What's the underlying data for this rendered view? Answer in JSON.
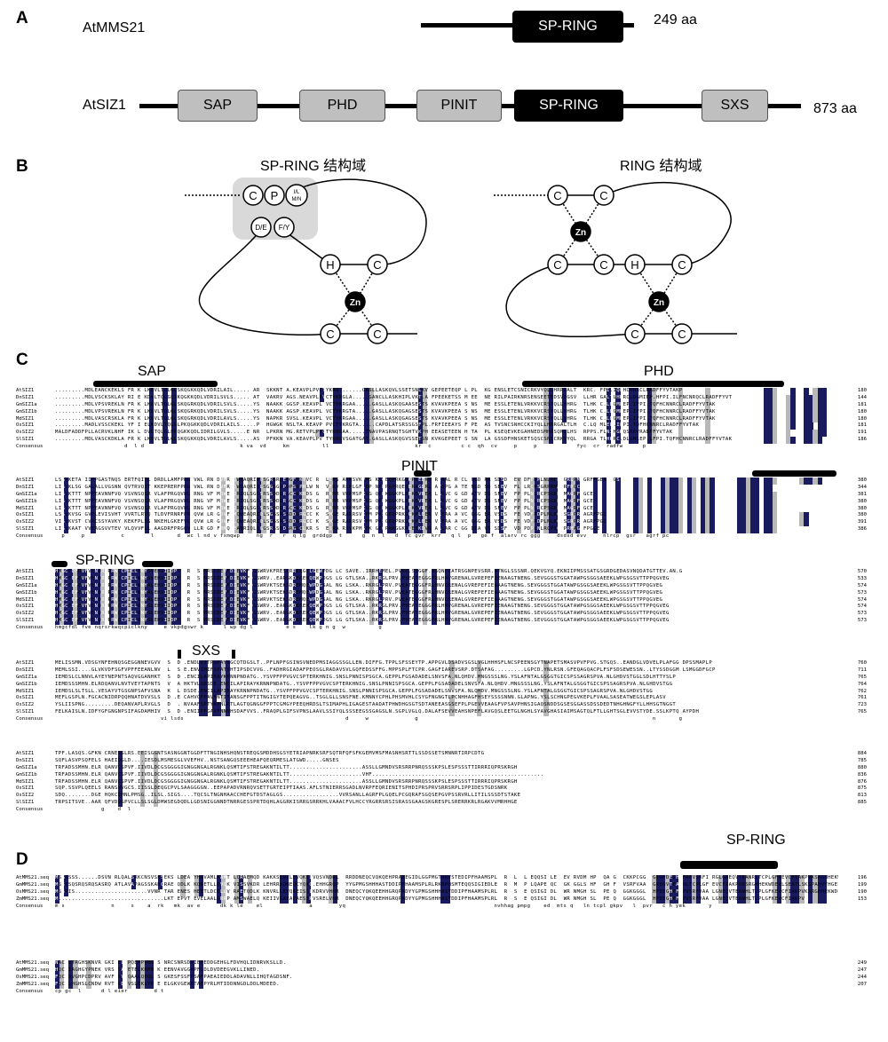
{
  "panelA": {
    "letter": "A",
    "mms21": {
      "name": "AtMMS21",
      "length": "249 aa",
      "domains": [
        "SP-RING"
      ]
    },
    "siz1": {
      "name": "AtSIZ1",
      "length": "873 aa",
      "domains": [
        "SAP",
        "PHD",
        "PINIT",
        "SP-RING",
        "SXS"
      ]
    }
  },
  "panelB": {
    "letter": "B",
    "left_title": "SP-RING 结构域",
    "right_title": "RING 结构域",
    "left_nodes": [
      "C",
      "P",
      "I/L M/N",
      "D/E",
      "F/Y",
      "H",
      "C",
      "Zn",
      "C",
      "C"
    ],
    "right_nodes": [
      "C",
      "C",
      "Zn",
      "C",
      "C",
      "H",
      "C",
      "Zn",
      "C",
      "C"
    ]
  },
  "panelC": {
    "letter": "C",
    "labels": [
      "SAP",
      "PHD",
      "PINIT",
      "SP-RING",
      "SXS"
    ],
    "names": [
      "AtSIZ1",
      "DnSIZ1",
      "GmSIZ1a",
      "GmSIZ1b",
      "MdSIZ1",
      "OsSIZ1",
      "OsSIZ2",
      "SlSIZ1",
      "Consensus"
    ],
    "blocks": [
      {
        "seqs": [
          ".........MDLEANCKEKLSYFRIKELKDVLTQLGLSKQGKKQDLVDRILAIL.....AARLLSKKNTVA.KEAVPLPVCTYKRQ.......GASLLASKQVLSSETSNLKVKGEPEETEQPFLKPLAKKGSENSLETCSNICRKVYQLLHRRGALTLHKRC.NFPI.IQFHCNNRCLRADFFYVTAKP",
          ".........MDLVSCKSKLAYFRIKELKDVLTQLGLSKQGKKQDLVDRILSVLS.....VATPGVAKRVTAGS.NEAVPLPVCTYKRGLA.....GANCLLASKHIPLVKT.ANFPEEKETSSLMGEEKKNERRILPAIRKNRSENSEETEDSVDGSVYQLLHRRGALTLHKRCLDGMIEP.HFPI.ILFNCNRQCLRADFFYVT",
          ".........MDLVPSVREKLNYFRIKELKDVLTQLGLSKQGRKQDLVDRILSVLS.....YSVINAAKKAGGSP.KEAVPLPVCTYKRGAA.....GASLLASKQGAASESTSVKVAVKPEEAKSPNSCNMEKESSLETENLVRKKVCRSYQLLHHRGALTLHKRC.LEGMLEP.IFPI.TQFHCNNRCLRADFFYVTAK",
          ".........MDLVPSVREKLNYFRIKELKDVLTQLGLSKQGRKQDLVDRILSVLS.....YSVMNAAKKAAGSP.KEAVPLPVCTYKRGTA.....GASLLASKQGAGSESTSVKVAVKPEEAKSPNSCNMEKESSLETENLVRKKVCRSYQLLHHRGALTLHKRC.LEGMLEP.IFPI.TQFHCNNRCLRADFFYVTAK",
          ".........MDLVASCRSKLAYFRIKELKDVLTQLGLSKQGRKQDLVDRILAVLS.....YSVINAPKRASVSL.KEAVPLPVCTYKRGAA.....GASLLASKQGAGSESTSVKVAVKPEEAKSPNSCNMEKESSLETENLVRKKVCRSYQLLHHRGALTLHKRC.LEGMLEP.IFPI.TQFHCNNRCLRADFFYVTAK",
          ".........MADLVSSCKEKLAYFRIKELKDVLTQLGLPKQGKKQDLVDRILAILS.....PQHHGWGKKNSLTA.KEAVPLPVCTYKRGTA.....CAPDLATSRSSGSFPL.FRFIEEAYSSFSPEAPASSTVSNCSNHCCKIYQLLHRRGALTLHKRC.LQGMLEP.IFPI.TQFHCNNRCLRADFFYVTAK",
          "MALDFADDFPLLACRVKLNHFRIKELKDVLTQLGLPKQGKKQDLIDRILGVLS.....EGNRTGLPKRNLMG.RETVPLPVCTYKRGAA.....TNAVPASRNQTSGHTVKPHKEEASETEENSHPTASMPLPKSEQEVKEGAHNEDSMHRSQNLLHSRLRPPS.FLNIHGKQSRRVRADFFYVTAK",
          ".........MDLVASCKDKLAYFRIKELKDVLTQLGLSKQGKKQDLVDRILAVLS.....ASGLPFKKNSVA.KEAVPLPVCTYKRGVSGATGAT.GASLLASKQGVSSETSNLKVKGEPEETESPSNNPLAKGSSDFHNSKETSQSCSNICRKVYQLLHRRGALTLHKRC.DLGMLEP.LFPI.TQFHCNNRCLRADFFYVTAK",
          "                     d  l d                             k va  vd     km          ll                          kr  c         c c  qh  cv     p     p            fyc  cr  radfw      p"
        ],
        "nums": [
          "180",
          "144",
          "181",
          "180",
          "180",
          "181",
          "191",
          "186",
          ""
        ]
      },
      {
        "seqs": [
          "LSGVKETATIIFPGASTNQSVERTFQITLADRDLLAMFPRGQVWLLRNGDVFRMQWEAQRIAQSGRSRGEDGFGKYVCIRDGLEKSRAKRSVKPMSPKSGEQPRKGGKPLEEKDVREAALARVCLGGGDDRADSDSDSFEVVDFPDPLNLRCPSGRLRMAGRFPGEAIGGS",
          "LIGVKLSGCGALALLVGSNNFQVTRVQITSKKEPRERFPRGQVWLLRNGDVFRLQWEAQRIQLSGGSGVPDPSVPHLWRNERVFRVKRLPLGFLDPLNPRPGPRQEQERAGDRLAAVEPGGAATEANGDSSDSSEEVRPFLNLRCPSGRPRMAGRFPGCE",
          "LIGVKTTTSNPFEAVNNFVQSVSVNSQSRRVLAFPRGQVWLLRNGDVFRMQWEAQRIQLSGGSRSSDDGRGCCLKRDSMGESRARRSVKPMSPKSGEQPRKGGKPLEEKDVREAALARVCLGGGDEATVSDSDSFEVVDFPDPLNLRCPSGRPRMAGRFPGCE",
          "LIGVKTTTSNPFEAVNNFVQSVSVNSQSRRVLAFPRGQVWLLRNGDVFRMQWEAQRIQLSGGSRSSDDGRGCCLKRDSMGESRARRSVKPMSPKSGEQPRKGGKPLEEKDVREAALARVCLGGGDEATVSDSDSFEVVDFPDPLNLRCPSGRPRMAGRFPGCE",
          "LIGVKTTTSNPFEAVNNFVQSVSVNSQSRRVLAFPRGQVWLLRNGDVFRMQWEAQRIQLSGGSRSSDDGRGCCLKRDSMGESRARRSVKPMSPKSGEQPRKGGKPLEEKDVREAALARVCLGGGDEATVSDSDSFEVVDFPDPLNLRCPSGRPRMAGRFPGCE",
          "LSGVKVSGCGVPLEVISVHTEVVRTLRVQLTLDVFRNRFPRGQVWLLRNGDVFRMQWEAQRIQLSGGSRSSDDGRGCCLKRDSMGESRARRSVKPMSPKSGEQPRKGGKPLEEKDVREAALARVCLGGGDEATVSDSDSFEVVDFPDPLNLRCPSGRPRMAGRFPGCE",
          "VIGVKVSTPCVACSSYAVKYFKEKFPLSSRNKEHLGKEFVCGQVWLLRNGDVFRLQWEAQRIQLSGGSRSSDDGRGCCLKRDSMGESRARRSVKPMSPKSGEQPRKGGKPLEEKDVREAALARVCLGGGDEATVSDSDSFEVVDFPDPLNLRCPSGRPRMAGRFPGCE",
          "LIGVKAATSVVEAGSVVTEVRVLQVVFLLQAAGDRFPRGQVWLLRNGDVFRMQWEAQRIQLSGGSRSSDDGRGCCLKRDSMGESRARRSVKPMSPKSGEQPRKGGKPLEEKDVREAALARVCLGGGDEATVSDSDSFEVVDFPDPLNLRCPSGRPRMAGRFPGCE",
          "  p     p           c        l       d  wc l nd v fxmqwp     ng  r   r  q lg  grddgp  t      g  n  l   d  fc gvr  krr   q l  p   ge f  alarv rc ggg     dsdsd evv     nlrcp  gsr   agrf pc"
        ],
        "nums": [
          "380",
          "344",
          "381",
          "380",
          "380",
          "380",
          "391",
          "386",
          ""
        ]
      },
      {
        "seqs": [
          "HMGCFDFDVFVENQRSRRWQCPICLKNYSVEHVIIDPYFNRITSKMRSCDEVFDIEVKFDGSWRVKFRESERRELGELGEWPDGSLCPSAVE..IRRHEMEL.PVKQ.SDGGF.ASQNPEATRSGNPEVSRR.NTNGLSSSNR.QEKVGYQ.EKNIIPMSSSATGSGRDGEDASVNQDATGTTEV.AN.G",
          "HMGCFEFEVFVENQRSRRWQCPICLKNYSVEHVIIDPYFNRITSKMRSCDEVFDIEVKFDGSWRV..EARGKDEREMQEWPDGSALGNGTLSKA..RKRGLPRV.PVEATEGGGFRLHNVGRENALGVREPEFIENAAGTNENG.SEVGGGSTGGATAWPGSGGSAEEKLWPGSGSVTTPPQGVEG",
          "HMGCFEFEVFVENQRSRRWQCPICLKNYALEHVIIDPYFNRITSKMRSCDEVFDIEVKFDGSWRVKTSEKSDREMQEWPDGSALGNGTLSKA..RKRGLPRV.PVEATEGGGFRLHNVGRENALGVREPEFIENAAGTNENG.SEVGGGSTGGATAWPGSGGSAEEKLWPGSGSVTTPPQGVEG",
          "HMGCFEFEVFVENQRSRRWQCPICLKNYALEHVIIDPYFNRITSKMRSCDEVFDIEVKFDGSWRVKTSEKSDREMQEWPDGSALGNGTLSKA..RKRGLPRV.PVEATEGGGFRLHNVGRENALGVREPEFIENAAGTNENG.SEVGGGSTGGATAWPGSGGSAEEKLWPGSGSVTTPPQGVEG",
          "HMGCFEFEVFVENQRSRRWQCPICLKNYALEHVIIDPYFNRITSKMRSCDEVFDIEVKFDGSWRVKTSEKSDREMQEWPDGSALGNGTLSKA..RKRGLPRV.PVEATEGGGFRLHNVGRENALGVREPEFIENAAGTNENG.SEVGGGSTGGATAWPGSGGSAEEKLWPGSGSVTTPPQGVEG",
          "HMGCFEFEVFVENQRSRRWQCPICLKNYSLEHVIIDPYFNRITSKMRSCDEVFDIEVKFDGSWRV..EARGKDEREMQEWPDGSALGNGTLSKA..RKRGLPRV.PVEATEGGGFRLHNVGRENALGVREPEFIENAAGTNENG.SEVGGGSTGGATAWPGSGGSAEEKLWPGSGSVTTPPQGVEG",
          "HMGCFEFEVFVENQRSRRWQCPICLKNYSLEHVIIDPYFNRITSKMRSCDEVFDIEVKFDGSWRV..EARGKDEREMQEWPDGSALGNGTLSKA..RKRGLPRV.PVEATEGGGFRLHNVGRENALGVREPEFIENAAGTNENG.SEVGGGSTGGATAWPGSGGSAEEKLWPGSGSVTTPPQGVEG",
          "HMGCFEFEVFVENQRSRRWQCPICLKNYSLEHVIIDPYFNRITSKMRSCDEVFDIEVKFDGSWRV..EARGKDEREMQEWPDGSALGNGTLSKA..RKRGLPRV.PVEATEGGGFRLHNVGRENALGVREPEFIENAAGTNENG.SEVGGGSTGGATAWPGSGGSAEEKLWPGSGSVTTPPQGVEG",
          "hmgcfdl fve nqrsrkwqcpiclkny     e vkpdgswr k      l wp dg l          e s    lk g n g  w          g"
        ],
        "nums": [
          "570",
          "533",
          "574",
          "573",
          "574",
          "574",
          "573",
          "573",
          ""
        ]
      },
      {
        "seqs": [
          "MELISSMN.VDSGYNFEHNQSGEGGNNEVGVVTLSDSDE.ENDLVITPGPAYSGCQTDGSLT..PFLNPFGSINSVNEDPMSIAGGSSGLLEN.DIFFG.TPPLSFSSEYTP.APPGVLDSADVSGSLVGLHHHSFLNCSPEENSGYTNAPETSMASVPVFPVG.STGQS..EANDGLVDVELPLAFGGDDPSSMAPLP",
          "MEMLSSI....GLVKVDFSGFVPFFEEANLNVPTLSDSDE.ENVIMIFSPATVHTIPSDCVVG..FADHRGIADAFPEOSGLRADAVSVLGQFEDSSFFG.MPPSPLFTCPR.GAGFIAREVSRP.DTSAFAG.........LGPCD.YNLRSN.GFEQAGQACPLFSFSDSEWESSN..LTYSSDGGMQLSMGGDFGCP",
          "IEMDSLCLNNVLAYEYNEPNTSAQVGGANHKTVLSDSDE.ENCILAPIRAYKRNNPNDATG..YSVPFPPVGVCSPTERKHNIG.SNSLPNNISPSGCA.GEPPLFGSADADELSNVSFA.NLQHDV.MNGSSSLNG.YSLAFNTALGSGGTGICSPSSAGRSPVA.NLGHDVSTGGLSDLHTTYSLP",
          "IEMDSSSMHN.ELRDQANVLNVTVEYTAPNTSAQVGGANHKTVLSDSDE.ENCILAPIRAYKRNNPNDATG..YSVPFPPVGVCSPTERKHNIG.SNSLPNNISPSGCA.GEPPLFGSADADELSNVSFA.NLQHDV.MNGSSSLNG.YSLAFNTALGSGGTGICSPSSAGRSPVA.NLGHDVSTGG",
          "IEMDSLSLTSLL.VESAYVTGSGNPSAFVSNAHHKTVLSDSDE.ENCILAPIRAYKRNNPNDATG..YSVPFPPVGVCSPTERKHNIG.SNSLPNNISPSGCA.GEPPLFGSADADELSNVSFA.NLQHDV.MNGSSSLNG.YSLAFNTALGSGGTGICSPSSAGRSPVA.NLGHDVSTGG",
          "MEFLGSPLN.FGCACNIDRPQQHNATDVVSLSDSDE.ENCAHVCFPAVYNTITANSGFPPTITNGIGYTEPQEAGVG..TSGLGLLSNSFNE.KMNNYCPHLPHSMVHLCSYGFNGNGTLPCNHHAGFHSEYSSSSNNN.GLAPNG.YSLSCHNGPEGVKEPLFVAALSASEATWEGSLEPLASV",
          "YSLIISPNG.........DEQANVAPLRVGLSNSDEE.ENVAAFSPTYKPNLRTLAGTQGNGGFPPTCGMGYPEEQHRDSLTSIMAPHLIGAGESTAADATPHWDHGSGTSDTANEEASGSEFPLPGEVVEAAGFVPSAVPHNSIGAQSNDDSGSESGGASSDSSDEDTNHGHNGFYLLHHSGTNGGT",
          "FELKAISLN.IDFYGFGNGNPSIFAGDAMHIVALSDSDE.ENIIPFGAVFNNNHSDAFVVS..FRAQPLGIFSVPNSLAAVLSSIYQLSSSEEGSSGAGSLN.SGPLVGLQ.DALAFSEVVEAHSNPEFLAVGQSLEETGLNGHLSYAVGHASIAIMSAGTQLFTLLGHTSGLEVVSTYDE.SSLKPTQPAYPDH",
          "                                vi lsds                                                 d     w              g                                                                       n       g"
        ],
        "nums": [
          "760",
          "711",
          "765",
          "764",
          "762",
          "761",
          "723",
          "765",
          ""
        ]
      },
      {
        "seqs": [
          "TPF.LASQS.GFKNQCRNESGLRS.EEISGGNTSASNGGNTGGDFTTNGINHSHQNSTREQGSMDDHSGSYETRIAPNRKSRFSQTRFQFSFKGEMVMSFMASNHSRTTLSSDSSETSMNNRTIRPCDTG",
          "SQFLASVPSQFELSGHAEIDGLD....IESDLMSMESGLVVEFHV..NSTSANGQSEEEHEAFQEQRMESLATGWD.....GNSES",
          "TRFADSSMHN.ELRDQANVCSPVF.IIVDLDCGSGGGGIGNGGNGALRGNKLQSMTIFSTREGAKNTILTT......................ASSLLGMNDVSRSRRPNRQSSSKPSLESPSSSTTIRRRIQPRSKRGH",
          "TRFADSSMHN.ELRDQANVCSPVF.IIVDLDCGSGGGGIGNGGNGALRGNKLQSMTIFSTREGAKNTILTT......................VHF....................................................",
          "TRFADSSMHN.ELRDQANVCSPVF.IIVDLDCGSGGGGIGNGGNGALRGNKLQSMTIFSTREGAKNTILTT......................ASSLLGMNDVSRSRRPNRQSSSKPSLESPSSSTTIRRRIQPRSKRGH",
          "SQP.SSVPLQEELSERANSNVGCS.IISSLDEQGCPVLSAAGGGGN..EEPAPADVRNRQVSETTGRTEIPTIAAS.AFLSTNIERRSGADLNVRPFEQRIENITSPHDIPRSPRVSRRSRPLIPPIDESTGDSNRK",
          "SDQ........DGEQHQKCEMNLPMSG..ILSL.SIGS....TQCSLTNGNHAACCHEFGTDSTAGLGS.................VVRSANLLAGRFPLGQELPCGQRAFSGQSEPGVPSSRVRLLITILSSSDTSTAKE",
          "TRPSITSVE..AARDQFVDVGPVCLLSLSGLDMWSEGDQDLLGDSNIGGNNDTNRRGESSPRTDQHLAGGRKISRRGSRRKHLVAAACFVLHCCYRGRRSRSISRASSGAAGSKGRESPLSRERRKRLRGAKVVMRHHGE",
          "              g    d  l"
        ],
        "nums": [
          "884",
          "785",
          "880",
          "836",
          "876",
          "875",
          "813",
          "885",
          ""
        ]
      }
    ]
  },
  "panelD": {
    "letter": "D",
    "label": "SP-RING",
    "names": [
      "AtMMS21.seq",
      "GmMMS21.seq",
      "OsMMS21.seq",
      "ZmMMS21.seq",
      "Consensus"
    ],
    "blocks": [
      {
        "seqs": [
          "MSGSSSS......DSVNGRLQALSRKCNSVSESEKSTLDEAHYHAVAMLAAKTCLCRAEMQDLKAKKSERELEVQKELVQSVNDRLLHRRDDNEQCVQKQEHPRAEEGIDLGGPMGTHRVSTEDIPFHAAMSPLRLRKELPSLPEQQSIRLEELEVWRVDMGHPSLQAPGAACKKPCGGLGGTHFDEGHPFRPVSRFIARGLGNEQVTEANRLTCPLGFKEVCFIAKPVKSRGHHEKWDEVLLESTLSKSPAHVYHGEEHTYLNNRATY",
          "MSSQSQSRQSRQSASRQHATLAVAPAGSSKAHCRAEMQDLKRKQRETLLEVQKEVISSVKDRTLEHRRVDNEQCYQKQ.EHHGRQPADYYGPMGSHHHASTDDIPFHAAMSPLRLRKRPHSMTEQQSIGIEDLEVWRVNMGHPSLQAPEEQCKGGKGGGLSQHFDEGHPFRPVSRFVAAGLGNEQVTEANHLTCPLGFKEVCFIAKPVKSRGHHEKWDEVLSEATLSKSPAHVYHGEE",
          "MSSPIS......................VVNRLTARAENESLHEETLDCELLVARAETQDLKRKNVRLLEVQKEISSLKDRVVHHRRVDNEQCYQKQEEHHGRQPADYYGPMGSHHHASTDDIPFHAAMSPLRLRKRPHSMTEQQSIGIEDLEVWRVNMGHPSLQAPEEQCKGGKGGGLSQHFDEGHPFRPVSRFVAAGLGNEQVTEANHLTCPLGFKEVCFIAKPVKSRGHHEKWDEVLSEATLSKS",
          "M................................LKTKEPVTAEVELAALGRRPEAMSWAELQAKEIIVGAEAEAESERVSRELVHRRVDNEQCYQKQEEHHGRQPADYYGPMGSHHHASTDDIPFHAAMSPLRLRKRPHSMTEQQSIGIEDLEVWRVNMGHPSLQAPEEQCKGGKGGGLSQHFDEGHPFRPVSRFVAAGLGNEQVTEANHLTCPLGFKEVCFIAKPV",
          "m s              n     s    a  rk   mk  av e      dk k le    el              a        yq                                             nvhhag pmpg    ed  mts q   ln tcpl gkpv   l  pvr   c h yek       y"
        ],
        "nums": [
          "196",
          "199",
          "190",
          "153",
          ""
        ]
      },
      {
        "seqs": [
          "NACPVTRGHSKNVRFGKIEELEPQEFPVHGDSLNRCSNRSDVIEFEDDGEHGLFDVHQLIDNRVKSLLD.",
          "HQCPIAGHGYPNEKNVRSDSALETELKRMMRKKEENVAVGGHPFLDLDVDEEGVKLLINED.",
          "FQCPVVGHPCDPRVGAVFLRVLQAALQEQLRSLGKESFSSFPSAFPAEAIEDDLADAVNLLIHQTAGDSNF.",
          "FQCPLHGHSLCNDWFRVTTGDRVSLEKLYPAELELGKVGEWRTAEPYRLMTIDDNNGDLDDLMDEED.",
          "cp gc  l      d l eier        d t"
        ],
        "nums": [
          "249",
          "247",
          "244",
          "207",
          ""
        ]
      }
    ]
  }
}
